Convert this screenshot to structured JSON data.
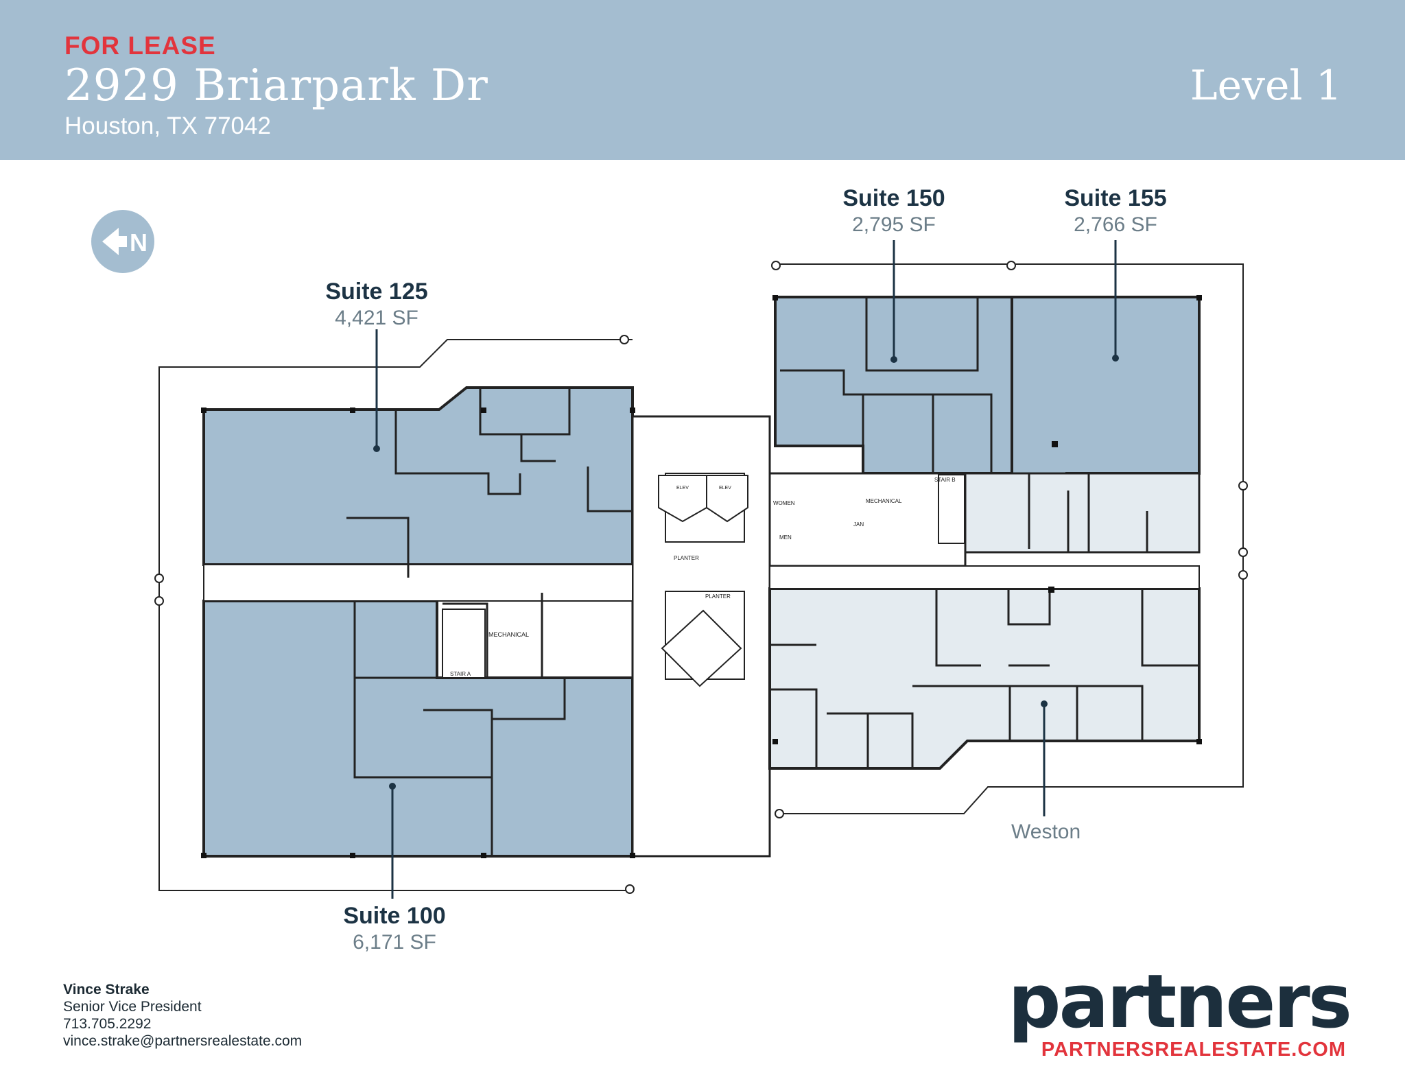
{
  "header": {
    "tag": "FOR LEASE",
    "address": "2929 Briarpark Dr",
    "city": "Houston, TX 77042",
    "level": "Level 1"
  },
  "compass": {
    "letter": "N",
    "icon": "north-arrow-icon"
  },
  "suites": [
    {
      "name": "Suite 125",
      "area": "4,421 SF"
    },
    {
      "name": "Suite 150",
      "area": "2,795 SF"
    },
    {
      "name": "Suite 155",
      "area": "2,766 SF"
    },
    {
      "name": "Suite 100",
      "area": "6,171 SF"
    }
  ],
  "tenant": "Weston",
  "room_labels": {
    "mechanical_left": "MECHANICAL",
    "stair_a": "STAIR A",
    "planter_top": "PLANTER",
    "planter_bottom": "PLANTER",
    "elev_1": "ELEV",
    "elev_2": "ELEV",
    "women": "WOMEN",
    "men": "MEN",
    "mechanical_right": "MECHANICAL",
    "stair_b": "STAIR B",
    "jan": "JAN"
  },
  "contact": {
    "name": "Vince Strake",
    "title": "Senior Vice President",
    "phone": "713.705.2292",
    "email": "vince.strake@partnersrealestate.com"
  },
  "brand": {
    "logo": "partners",
    "url": "PARTNERSREALESTATE.COM"
  },
  "colors": {
    "header_bg": "#a4bdd0",
    "available_fill": "#a4bdd0",
    "leased_fill": "#e4ebf0",
    "accent_red": "#e2343c",
    "navy": "#1c3344"
  }
}
